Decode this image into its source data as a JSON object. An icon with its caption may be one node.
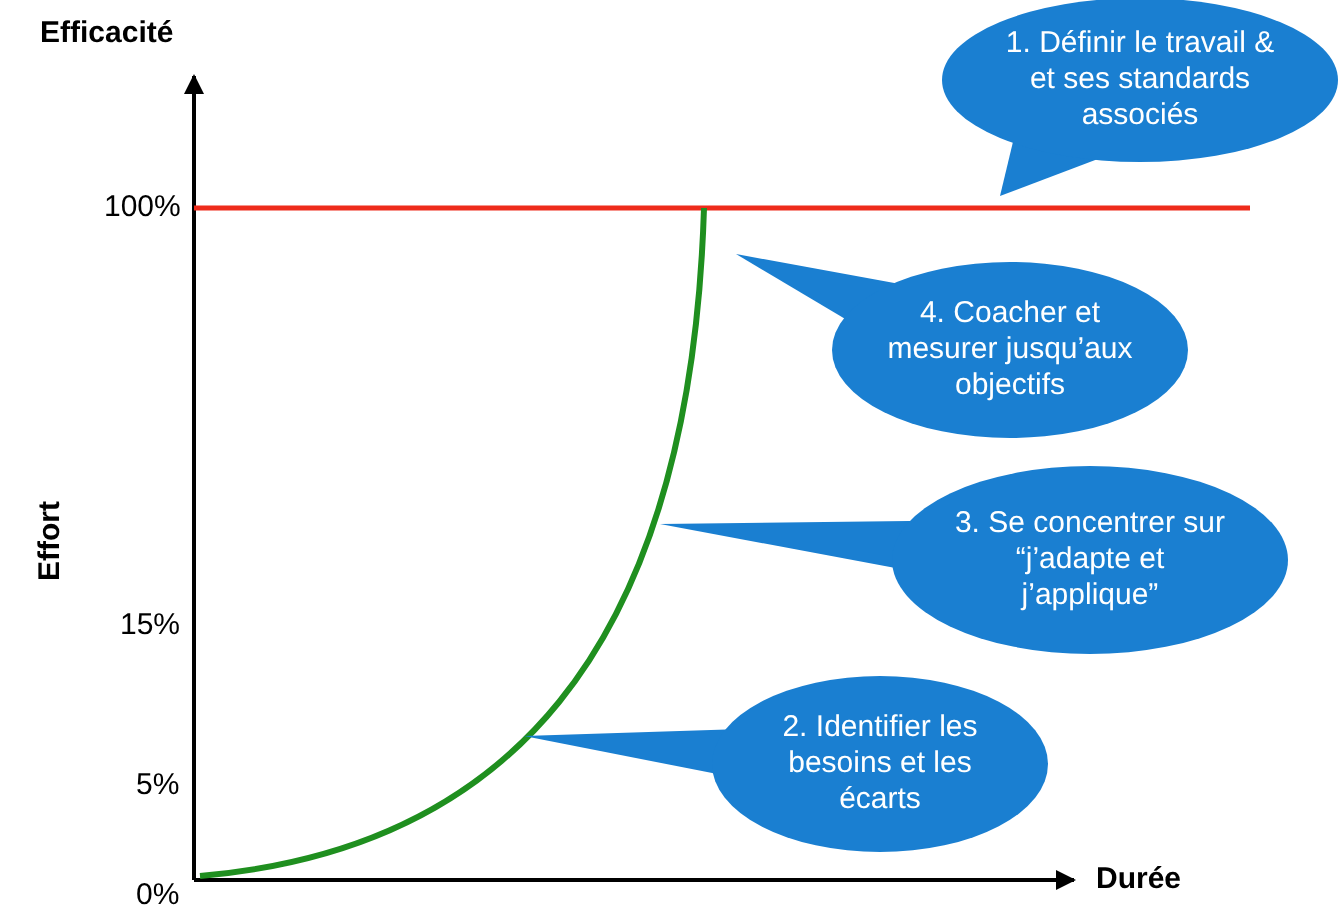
{
  "diagram": {
    "nodes": [
      {
        "text": [
          "1. Définir le travail & et ses standards associés"
        ]
      },
      {
        "text": [
          "4. Coacher et mesurer jusqu’aux objectifs"
        ]
      },
      {
        "text": [
          "3. Se concentrer sur “j’adapte et j’applique”"
        ]
      },
      {
        "text": [
          "2. Identifier les besoins et les écarts"
        ]
      }
    ],
    "edges": [],
    "labels": [
      "Efficacité",
      "100%",
      "Effort",
      "15%",
      "5%",
      "0%",
      "Durée"
    ]
  }
}
